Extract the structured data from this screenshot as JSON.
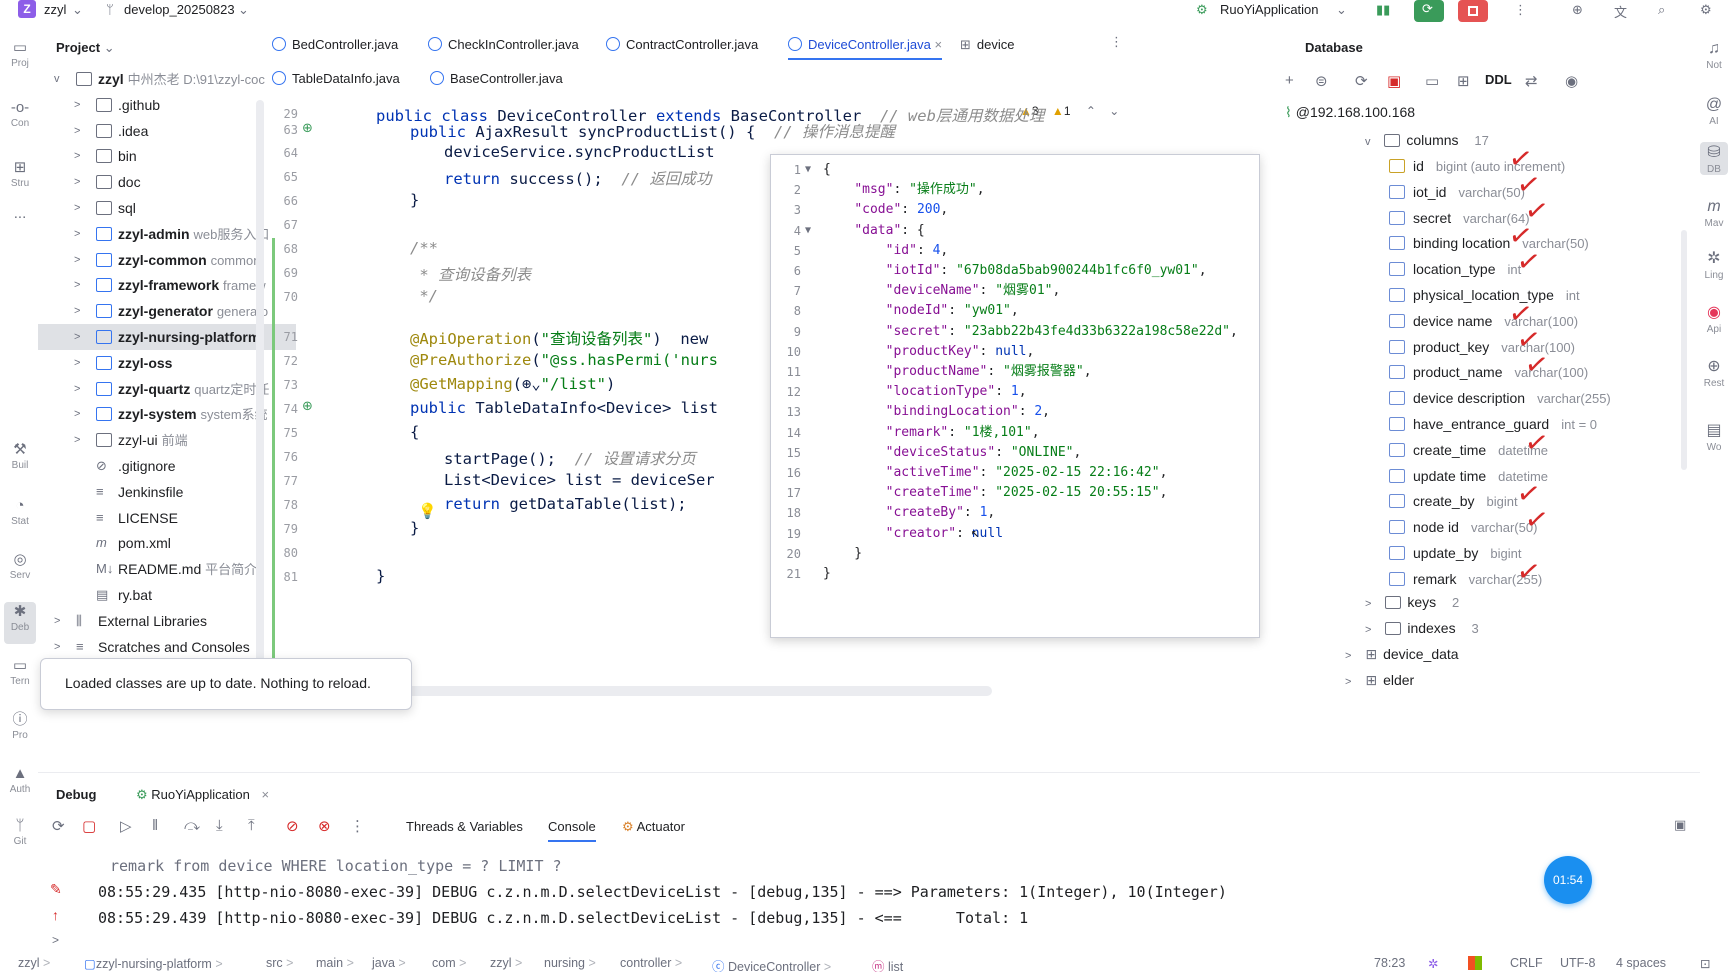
{
  "titlebar": {
    "project_badge": "Z",
    "project_name": "zzyl",
    "branch": "develop_20250823",
    "run_config": "RuoYiApplication"
  },
  "left_strip": [
    "Proj",
    "Con",
    "Stru",
    "...",
    "Buil",
    "Stat",
    "Serv",
    "Deb",
    "Tern",
    "Pro",
    "Auth",
    "Git"
  ],
  "right_strip": [
    "Not",
    "AI",
    "DB",
    "Mav",
    "Ling",
    "Api",
    "Rest",
    "Wo"
  ],
  "project": {
    "header": "Project",
    "rows": [
      {
        "chev": "v",
        "icon": "folder-icon",
        "name": "zzyl",
        "bold": true,
        "hint": "中州杰老  D:\\91\\zzyl-coc",
        "depth": 0
      },
      {
        "chev": ">",
        "icon": "folder-icon",
        "name": ".github",
        "depth": 1
      },
      {
        "chev": ">",
        "icon": "folder-icon",
        "name": ".idea",
        "depth": 1
      },
      {
        "chev": ">",
        "icon": "folder-icon",
        "name": "bin",
        "depth": 1
      },
      {
        "chev": ">",
        "icon": "folder-icon",
        "name": "doc",
        "depth": 1
      },
      {
        "chev": ">",
        "icon": "folder-icon",
        "name": "sql",
        "depth": 1
      },
      {
        "chev": ">",
        "icon": "module-icon",
        "name": "zzyl-admin",
        "bold": true,
        "hint": "web服务入口",
        "depth": 1
      },
      {
        "chev": ">",
        "icon": "module-icon",
        "name": "zzyl-common",
        "bold": true,
        "hint": "common",
        "depth": 1
      },
      {
        "chev": ">",
        "icon": "module-icon",
        "name": "zzyl-framework",
        "bold": true,
        "hint": "framew",
        "depth": 1
      },
      {
        "chev": ">",
        "icon": "module-icon",
        "name": "zzyl-generator",
        "bold": true,
        "hint": "generato",
        "depth": 1
      },
      {
        "chev": ">",
        "icon": "module-icon",
        "name": "zzyl-nursing-platform",
        "bold": true,
        "hint": "",
        "depth": 1,
        "selected": true
      },
      {
        "chev": ">",
        "icon": "module-icon",
        "name": "zzyl-oss",
        "bold": true,
        "hint": "",
        "depth": 1
      },
      {
        "chev": ">",
        "icon": "module-icon",
        "name": "zzyl-quartz",
        "bold": true,
        "hint": "quartz定时任",
        "depth": 1
      },
      {
        "chev": ">",
        "icon": "module-icon",
        "name": "zzyl-system",
        "bold": true,
        "hint": "system系统",
        "depth": 1
      },
      {
        "chev": ">",
        "icon": "folder-icon",
        "name": "zzyl-ui",
        "hint": "前端",
        "depth": 1
      },
      {
        "chev": "",
        "icon": "gitignore-icon",
        "name": ".gitignore",
        "depth": 1
      },
      {
        "chev": "",
        "icon": "text-file-icon",
        "name": "Jenkinsfile",
        "depth": 1
      },
      {
        "chev": "",
        "icon": "text-file-icon",
        "name": "LICENSE",
        "depth": 1
      },
      {
        "chev": "",
        "icon": "maven-icon",
        "name": "pom.xml",
        "depth": 1
      },
      {
        "chev": "",
        "icon": "markdown-icon",
        "name": "README.md",
        "hint": "平台简介",
        "depth": 1
      },
      {
        "chev": "",
        "icon": "file-icon",
        "name": "ry.bat",
        "depth": 1
      },
      {
        "chev": ">",
        "icon": "library-icon",
        "name": "External Libraries",
        "depth": 0
      },
      {
        "chev": ">",
        "icon": "scratches-icon",
        "name": "Scratches and Consoles",
        "depth": 0
      }
    ]
  },
  "toast": {
    "message": "Loaded classes are up to date. Nothing to reload."
  },
  "editor": {
    "tabs_row1": [
      {
        "label": "BedController.java"
      },
      {
        "label": "CheckInController.java"
      },
      {
        "label": "ContractController.java"
      },
      {
        "label": "DeviceController.java",
        "active": true
      },
      {
        "label": "device",
        "table": true
      }
    ],
    "tabs_row2": [
      {
        "label": "TableDataInfo.java"
      },
      {
        "label": "BaseController.java"
      }
    ],
    "inspection": {
      "warnings": "3",
      "weak": "1"
    },
    "lines": [
      {
        "n": "29",
        "html": "<span class='kw'>public class</span> DeviceController <span class='kw'>extends</span> BaseController  <span class='cm'>// web层通用数据处理</span>",
        "indent": 0
      },
      {
        "n": "63",
        "html": "<span class='kw'>public</span> AjaxResult syncProductList() {  <span class='cm'>// 操作消息提醒</span>",
        "indent": 1
      },
      {
        "n": "64",
        "html": "deviceService.syncProductList",
        "indent": 2
      },
      {
        "n": "65",
        "html": "<span class='kw'>return</span> success();  <span class='cm'>// 返回成功</span>",
        "indent": 2
      },
      {
        "n": "66",
        "html": "}",
        "indent": 1
      },
      {
        "n": "67",
        "html": "",
        "indent": 0
      },
      {
        "n": "68",
        "html": "<span class='cm'>/**</span>",
        "indent": 1
      },
      {
        "n": "69",
        "html": "<span class='cm'> * 查询设备列表</span>",
        "indent": 1
      },
      {
        "n": "70",
        "html": "<span class='cm'> */</span>",
        "indent": 1
      },
      {
        "n": "",
        "html": "",
        "indent": 0
      },
      {
        "n": "71",
        "html": "<span class='an'>@ApiOperation</span>(<span class='st'>\"查询设备列表\"</span>)  new",
        "indent": 1
      },
      {
        "n": "72",
        "html": "<span class='an'>@PreAuthorize</span>(<span class='st'>\"@ss.hasPermi('nurs</span>",
        "indent": 1
      },
      {
        "n": "73",
        "html": "<span class='an'>@GetMapping</span>(⊕⌄<span class='st'>\"/list\"</span>)",
        "indent": 1
      },
      {
        "n": "74",
        "html": "<span class='kw'>public</span> TableDataInfo&lt;Device&gt; list",
        "indent": 1
      },
      {
        "n": "75",
        "html": "{",
        "indent": 1
      },
      {
        "n": "76",
        "html": "startPage();  <span class='cm'>// 设置请求分页</span>",
        "indent": 2
      },
      {
        "n": "77",
        "html": "List&lt;Device&gt; list = deviceSer",
        "indent": 2
      },
      {
        "n": "78",
        "html": "<span class='kw'>return</span> getDataTable(list);",
        "indent": 2
      },
      {
        "n": "79",
        "html": "}",
        "indent": 1
      },
      {
        "n": "80",
        "html": "",
        "indent": 0
      },
      {
        "n": "81",
        "html": "}",
        "indent": 0
      }
    ]
  },
  "json_popup": {
    "lines": [
      {
        "n": "1",
        "fold": true,
        "html": "{"
      },
      {
        "n": "2",
        "html": "    <span class='jk'>\"msg\"</span>: <span class='js'>\"操作成功\"</span>,"
      },
      {
        "n": "3",
        "html": "    <span class='jk'>\"code\"</span>: <span class='jn'>200</span>,"
      },
      {
        "n": "4",
        "fold": true,
        "html": "    <span class='jk'>\"data\"</span>: {"
      },
      {
        "n": "5",
        "html": "        <span class='jk'>\"id\"</span>: <span class='jn'>4</span>,"
      },
      {
        "n": "6",
        "html": "        <span class='jk'>\"iotId\"</span>: <span class='js'>\"67b08da5bab900244b1fc6f0_yw01\"</span>,"
      },
      {
        "n": "7",
        "html": "        <span class='jk'>\"deviceName\"</span>: <span class='js'>\"烟雾01\"</span>,"
      },
      {
        "n": "8",
        "html": "        <span class='jk'>\"nodeId\"</span>: <span class='js'>\"yw01\"</span>,"
      },
      {
        "n": "9",
        "html": "        <span class='jk'>\"secret\"</span>: <span class='js'>\"23abb22b43fe4d33b6322a198c58e22d\"</span>,"
      },
      {
        "n": "10",
        "html": "        <span class='jk'>\"productKey\"</span>: <span class='jkw'>null</span>,"
      },
      {
        "n": "11",
        "html": "        <span class='jk'>\"productName\"</span>: <span class='js'>\"烟雾报警器\"</span>,"
      },
      {
        "n": "12",
        "html": "        <span class='jk'>\"locationType\"</span>: <span class='jn'>1</span>,"
      },
      {
        "n": "13",
        "html": "        <span class='jk'>\"bindingLocation\"</span>: <span class='jn'>2</span>,"
      },
      {
        "n": "14",
        "html": "        <span class='jk'>\"remark\"</span>: <span class='js'>\"1楼,101\"</span>,"
      },
      {
        "n": "15",
        "html": "        <span class='jk'>\"deviceStatus\"</span>: <span class='js'>\"ONLINE\"</span>,"
      },
      {
        "n": "16",
        "html": "        <span class='jk'>\"activeTime\"</span>: <span class='js'>\"2025-02-15 22:16:42\"</span>,"
      },
      {
        "n": "17",
        "html": "        <span class='jk'>\"createTime\"</span>: <span class='js'>\"2025-02-15 20:55:15\"</span>,"
      },
      {
        "n": "18",
        "html": "        <span class='jk'>\"createBy\"</span>: <span class='jn'>1</span>,"
      },
      {
        "n": "19",
        "html": "        <span class='jk'>\"creator\"</span>: <span class='jkw'>null</span>"
      },
      {
        "n": "20",
        "html": "    }"
      },
      {
        "n": "21",
        "html": "}"
      }
    ]
  },
  "database": {
    "title": "Database",
    "toolbar_ddl": "DDL",
    "connection": "@192.168.100.168",
    "columns_label": "columns",
    "columns_count": "17",
    "columns": [
      {
        "name": "id",
        "type": "bigint (auto increment)",
        "key": true,
        "checked": true
      },
      {
        "name": "iot_id",
        "type": "varchar(50)",
        "checked": true
      },
      {
        "name": "secret",
        "type": "varchar(64)",
        "checked": true
      },
      {
        "name": "binding location",
        "type": "varchar(50)",
        "checked": true
      },
      {
        "name": "location_type",
        "type": "int",
        "checked": true
      },
      {
        "name": "physical_location_type",
        "type": "int",
        "checked": false
      },
      {
        "name": "device name",
        "type": "varchar(100)",
        "checked": true
      },
      {
        "name": "product_key",
        "type": "varchar(100)",
        "checked": true
      },
      {
        "name": "product_name",
        "type": "varchar(100)",
        "checked": true
      },
      {
        "name": "device description",
        "type": "varchar(255)",
        "checked": false
      },
      {
        "name": "have_entrance_guard",
        "type": "int = 0",
        "checked": false
      },
      {
        "name": "create_time",
        "type": "datetime",
        "checked": true
      },
      {
        "name": "update time",
        "type": "datetime",
        "checked": false
      },
      {
        "name": "create_by",
        "type": "bigint",
        "checked": true
      },
      {
        "name": "node id",
        "type": "varchar(50)",
        "checked": true
      },
      {
        "name": "update_by",
        "type": "bigint",
        "checked": false
      },
      {
        "name": "remark",
        "type": "varchar(255)",
        "checked": true
      }
    ],
    "keys_label": "keys",
    "keys_count": "2",
    "indexes_label": "indexes",
    "indexes_count": "3",
    "tables": [
      "device_data",
      "elder"
    ]
  },
  "debug": {
    "title": "Debug",
    "session": "RuoYiApplication",
    "tabs": [
      {
        "label": "Threads & Variables"
      },
      {
        "label": "Console",
        "active": true
      },
      {
        "label": "Actuator"
      }
    ],
    "logs": [
      "remark from device WHERE location_type = ? LIMIT ?",
      "08:55:29.435 [http-nio-8080-exec-39] DEBUG c.z.n.m.D.selectDeviceList - [debug,135] - ==> Parameters: 1(Integer), 10(Integer)",
      "08:55:29.439 [http-nio-8080-exec-39] DEBUG c.z.n.m.D.selectDeviceList - [debug,135] - <==      Total: 1"
    ]
  },
  "timer": "01:54",
  "statusbar": {
    "breadcrumb": [
      "zzyl",
      "zzyl-nursing-platform",
      "src",
      "main",
      "java",
      "com",
      "zzyl",
      "nursing",
      "controller",
      "DeviceController",
      "list"
    ],
    "position": "78:23",
    "line_sep": "CRLF",
    "encoding": "UTF-8",
    "indent": "4 spaces"
  },
  "colors": {
    "accent": "#3574f0",
    "check": "#d62a2a",
    "timer": "#1a8ff0",
    "brand": "#8d5ee8"
  }
}
